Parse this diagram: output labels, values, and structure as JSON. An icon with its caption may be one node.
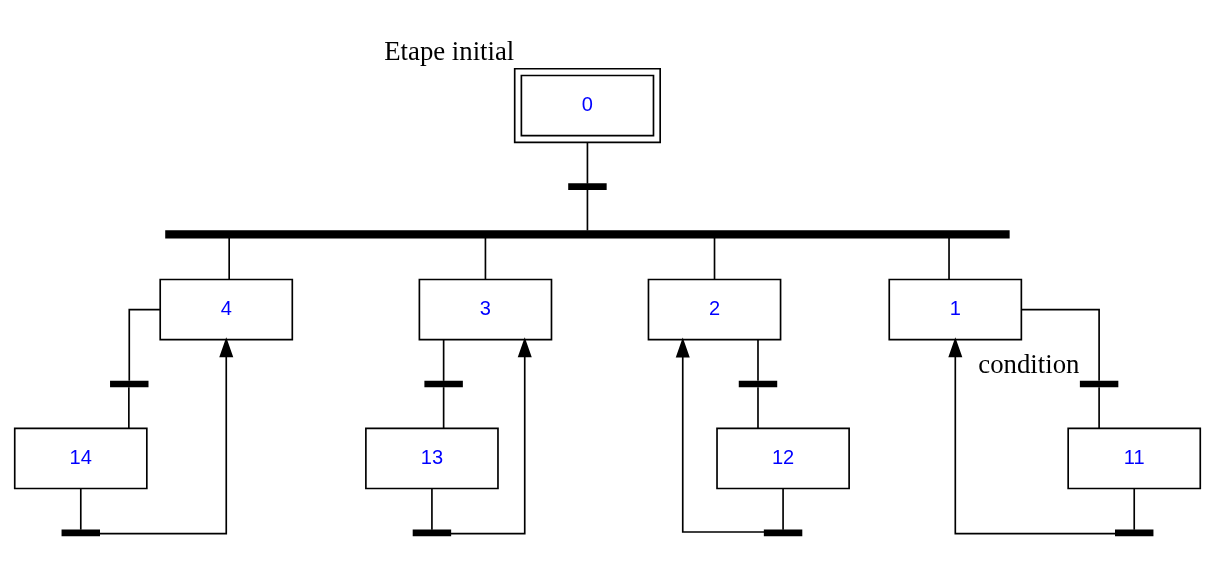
{
  "diagram": {
    "nodes": [
      {
        "text": [
          "0"
        ],
        "beside": [
          "Etape initial"
        ]
      },
      {
        "text": [],
        "shape": "bar"
      },
      {
        "text": [],
        "shape": "bar"
      },
      {
        "text": [
          "4"
        ]
      },
      {
        "text": [
          "3"
        ]
      },
      {
        "text": [
          "2"
        ]
      },
      {
        "text": [
          "1"
        ]
      },
      {
        "text": [],
        "shape": "bar"
      },
      {
        "text": [],
        "shape": "bar"
      },
      {
        "text": [],
        "shape": "bar"
      },
      {
        "text": [],
        "shape": "bar",
        "beside": [
          "condition"
        ]
      },
      {
        "text": [
          "14"
        ]
      },
      {
        "text": [
          "13"
        ]
      },
      {
        "text": [
          "12"
        ]
      },
      {
        "text": [
          "11"
        ]
      },
      {
        "text": [],
        "shape": "bar"
      },
      {
        "text": [],
        "shape": "bar"
      },
      {
        "text": [],
        "shape": "bar"
      },
      {
        "text": [],
        "shape": "bar"
      }
    ],
    "edges": [
      {
        "from": 0,
        "to": 1,
        "arrow": "none"
      },
      {
        "from": 1,
        "to": 2,
        "arrow": "none"
      },
      {
        "from": 2,
        "to": 3,
        "arrow": "none"
      },
      {
        "from": 2,
        "to": 4,
        "arrow": "none"
      },
      {
        "from": 2,
        "to": 5,
        "arrow": "none"
      },
      {
        "from": 2,
        "to": 6,
        "arrow": "none"
      },
      {
        "from": 3,
        "to": 7,
        "arrow": "none"
      },
      {
        "from": 4,
        "to": 8,
        "arrow": "none"
      },
      {
        "from": 5,
        "to": 9,
        "arrow": "none"
      },
      {
        "from": 6,
        "to": 10,
        "arrow": "none"
      },
      {
        "from": 7,
        "to": 11,
        "arrow": "none"
      },
      {
        "from": 8,
        "to": 12,
        "arrow": "none"
      },
      {
        "from": 9,
        "to": 13,
        "arrow": "none"
      },
      {
        "from": 10,
        "to": 14,
        "arrow": "none"
      },
      {
        "from": 11,
        "to": 15,
        "arrow": "none"
      },
      {
        "from": 12,
        "to": 16,
        "arrow": "none"
      },
      {
        "from": 13,
        "to": 17,
        "arrow": "none"
      },
      {
        "from": 14,
        "to": 18,
        "arrow": "none"
      },
      {
        "from": 15,
        "to": 3,
        "arrow": "to"
      },
      {
        "from": 16,
        "to": 4,
        "arrow": "to"
      },
      {
        "from": 17,
        "to": 5,
        "arrow": "to"
      },
      {
        "from": 18,
        "to": 6,
        "arrow": "to"
      }
    ]
  }
}
